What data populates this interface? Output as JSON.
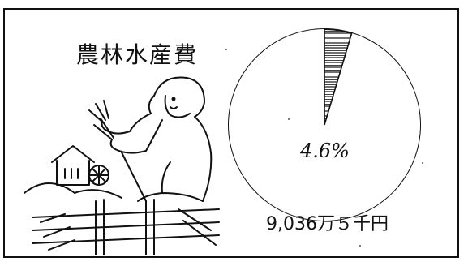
{
  "title": "農林水産費",
  "chart_data": {
    "type": "pie",
    "slices": [
      {
        "label": "農林水産費",
        "percent": 4.6,
        "fill": "hatched"
      },
      {
        "label": "",
        "percent": 95.4,
        "fill": "white"
      }
    ],
    "value_label": "4.6%",
    "amount_label": "9,036万５千円",
    "legend": "none"
  },
  "illustration": {
    "icon": "farmer-illustration-icon"
  }
}
